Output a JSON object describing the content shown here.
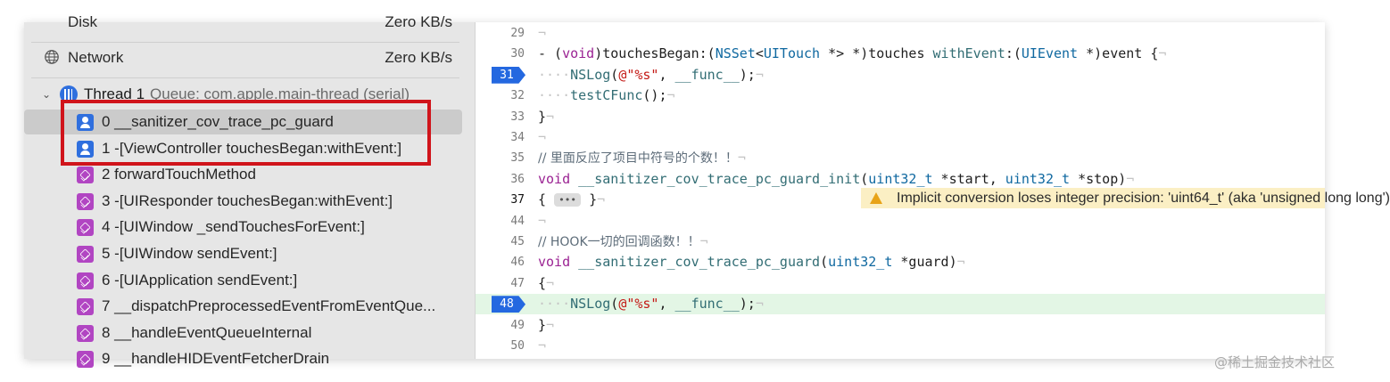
{
  "navigator": {
    "gauges": [
      {
        "name": "Disk",
        "value": "Zero KB/s"
      },
      {
        "name": "Network",
        "value": "Zero KB/s"
      }
    ],
    "thread": {
      "title": "Thread 1",
      "queue": "Queue: com.apple.main-thread (serial)"
    },
    "frames": [
      {
        "text": "0 __sanitizer_cov_trace_pc_guard",
        "kind": "user",
        "selected": true
      },
      {
        "text": "1 -[ViewController touchesBegan:withEvent:]",
        "kind": "user",
        "selected": false
      },
      {
        "text": "2 forwardTouchMethod",
        "kind": "sys",
        "selected": false
      },
      {
        "text": "3 -[UIResponder touchesBegan:withEvent:]",
        "kind": "sys",
        "selected": false
      },
      {
        "text": "4 -[UIWindow _sendTouchesForEvent:]",
        "kind": "sys",
        "selected": false
      },
      {
        "text": "5 -[UIWindow sendEvent:]",
        "kind": "sys",
        "selected": false
      },
      {
        "text": "6 -[UIApplication sendEvent:]",
        "kind": "sys",
        "selected": false
      },
      {
        "text": "7 __dispatchPreprocessedEventFromEventQue...",
        "kind": "sys",
        "selected": false
      },
      {
        "text": "8 __handleEventQueueInternal",
        "kind": "sys",
        "selected": false
      },
      {
        "text": "9 __handleHIDEventFetcherDrain",
        "kind": "sys",
        "selected": false
      }
    ]
  },
  "editor": {
    "lines": [
      {
        "num": "29",
        "code": ""
      },
      {
        "num": "30",
        "code": "- (void)touchesBegan:(NSSet<UITouch *> *)touches withEvent:(UIEvent *)event {"
      },
      {
        "num": "31",
        "code": "    NSLog(@\"%s\", __func__);"
      },
      {
        "num": "32",
        "code": "    testCFunc();"
      },
      {
        "num": "33",
        "code": "}"
      },
      {
        "num": "34",
        "code": ""
      },
      {
        "num": "35",
        "code": "// 里面反应了项目中符号的个数！！"
      },
      {
        "num": "36",
        "code": "void __sanitizer_cov_trace_pc_guard_init(uint32_t *start, uint32_t *stop)"
      },
      {
        "num": "37",
        "code": "{ ••• }"
      },
      {
        "num": "44",
        "code": ""
      },
      {
        "num": "45",
        "code": "// HOOK一切的回调函数！！"
      },
      {
        "num": "46",
        "code": "void __sanitizer_cov_trace_pc_guard(uint32_t *guard)"
      },
      {
        "num": "47",
        "code": "{"
      },
      {
        "num": "48",
        "code": "    NSLog(@\"%s\", __func__);"
      },
      {
        "num": "49",
        "code": "}"
      },
      {
        "num": "50",
        "code": ""
      }
    ],
    "warning": "Implicit conversion loses integer precision: 'uint64_t' (aka 'unsigned long long')"
  },
  "watermark": "@稀土掘金技术社区",
  "colors": {
    "highlight": "#d0141b",
    "breakpoint": "#2468e0",
    "current_line": "#e3f6e5",
    "warning_bg": "#fbefc4"
  }
}
